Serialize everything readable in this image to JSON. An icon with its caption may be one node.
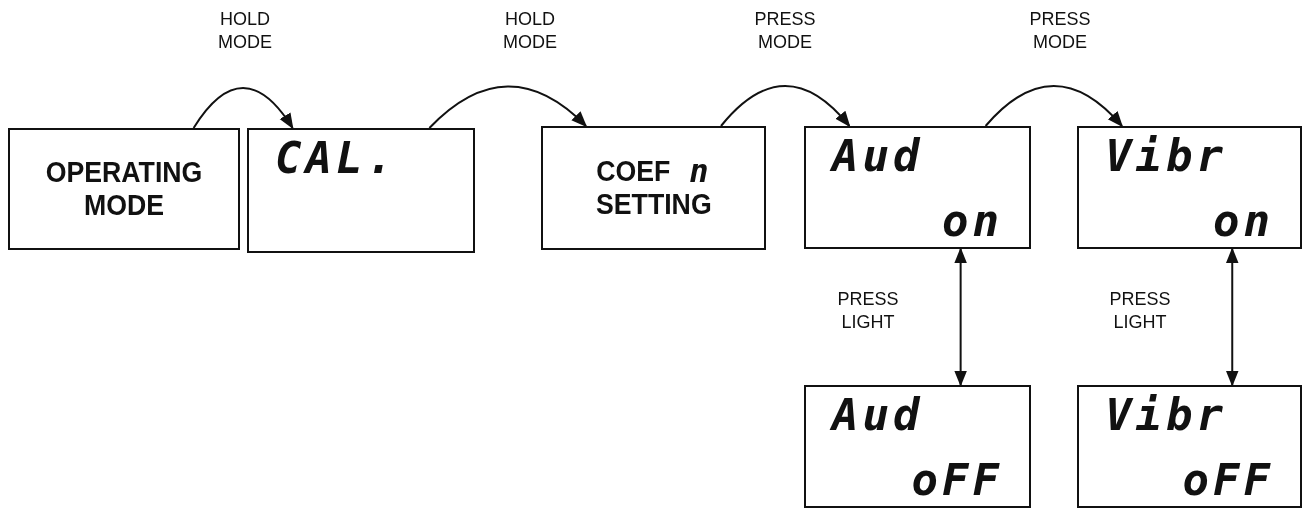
{
  "diagram": {
    "nodes": [
      {
        "text": [
          "OPERATING MODE"
        ]
      },
      {
        "text": [
          "CAL."
        ]
      },
      {
        "text": [
          "COEF",
          "n",
          "SETTING"
        ]
      },
      {
        "text": [
          "Aud",
          "on"
        ]
      },
      {
        "text": [
          "Vibr",
          "on"
        ]
      },
      {
        "text": [
          "Aud",
          "oFF"
        ]
      },
      {
        "text": [
          "Vibr",
          "oFF"
        ]
      }
    ],
    "edges": [
      {
        "from": 0,
        "to": 1,
        "arrow": "to",
        "label": "HOLD MODE"
      },
      {
        "from": 1,
        "to": 2,
        "arrow": "to",
        "label": "HOLD MODE"
      },
      {
        "from": 2,
        "to": 3,
        "arrow": "to",
        "label": "PRESS MODE"
      },
      {
        "from": 3,
        "to": 4,
        "arrow": "to",
        "label": "PRESS MODE"
      },
      {
        "from": 3,
        "to": 5,
        "arrow": "both",
        "label": "PRESS LIGHT"
      },
      {
        "from": 4,
        "to": 6,
        "arrow": "both",
        "label": "PRESS LIGHT"
      }
    ]
  }
}
